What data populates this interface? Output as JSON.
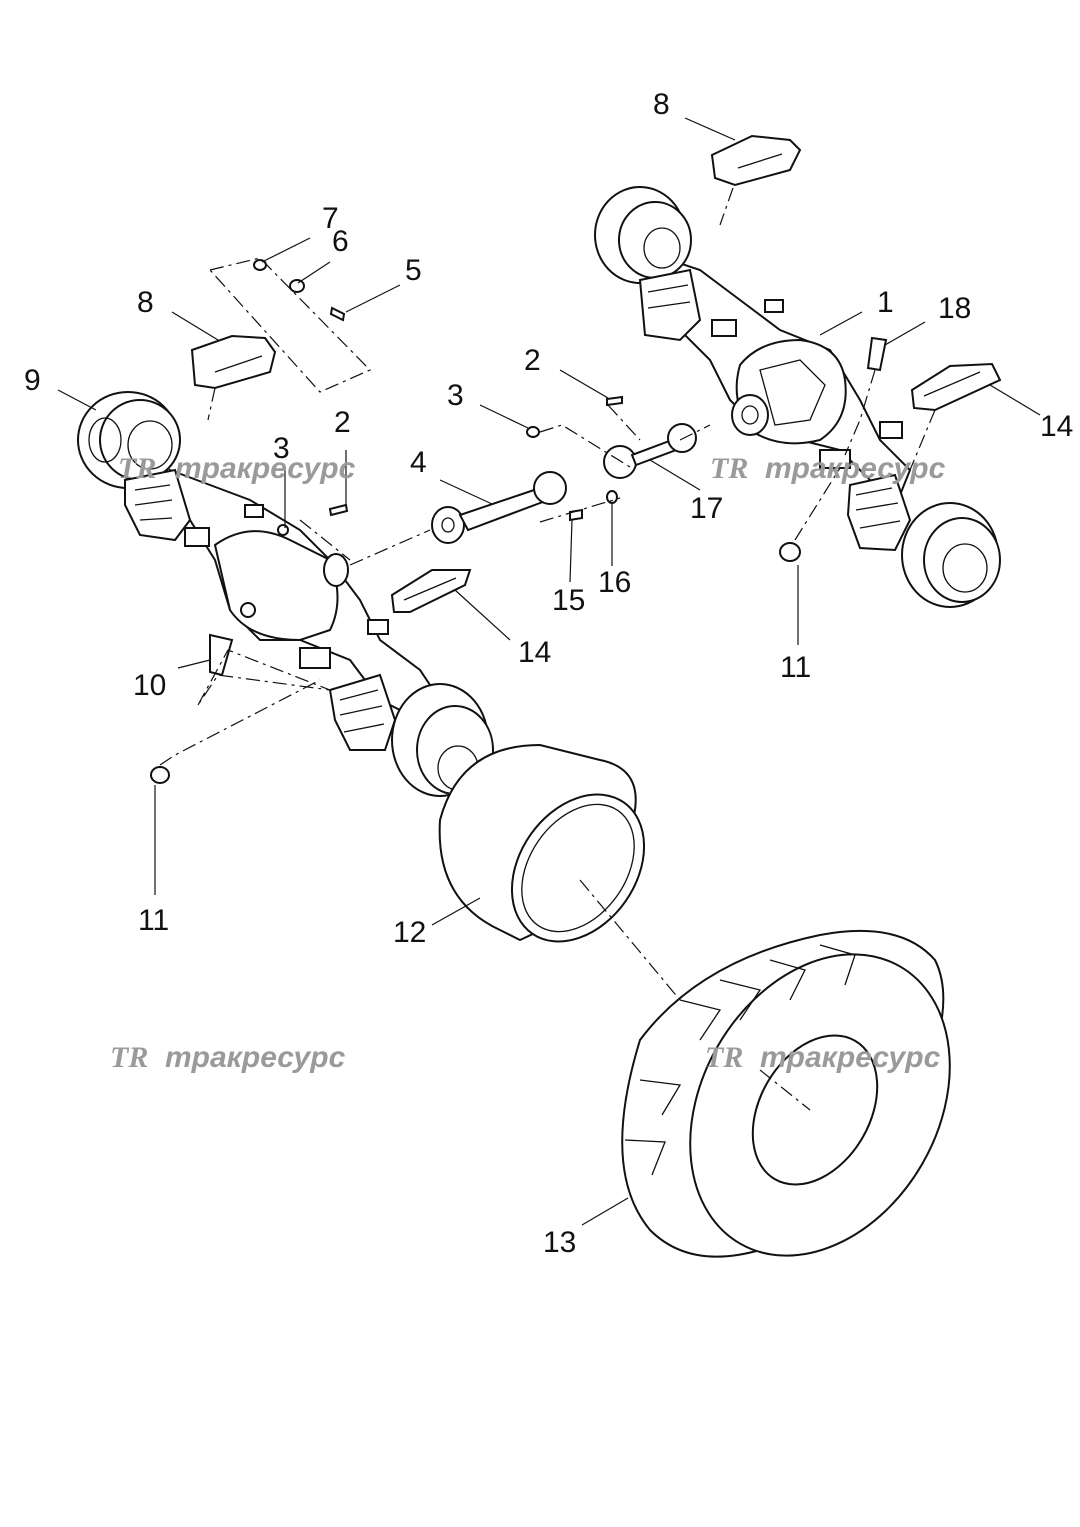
{
  "watermark": {
    "logo": "TR",
    "text": "тракресурс"
  },
  "callouts": [
    "1",
    "2",
    "2",
    "3",
    "3",
    "4",
    "5",
    "6",
    "7",
    "8",
    "8",
    "9",
    "10",
    "11",
    "11",
    "12",
    "13",
    "14",
    "14",
    "15",
    "16",
    "17",
    "18"
  ]
}
